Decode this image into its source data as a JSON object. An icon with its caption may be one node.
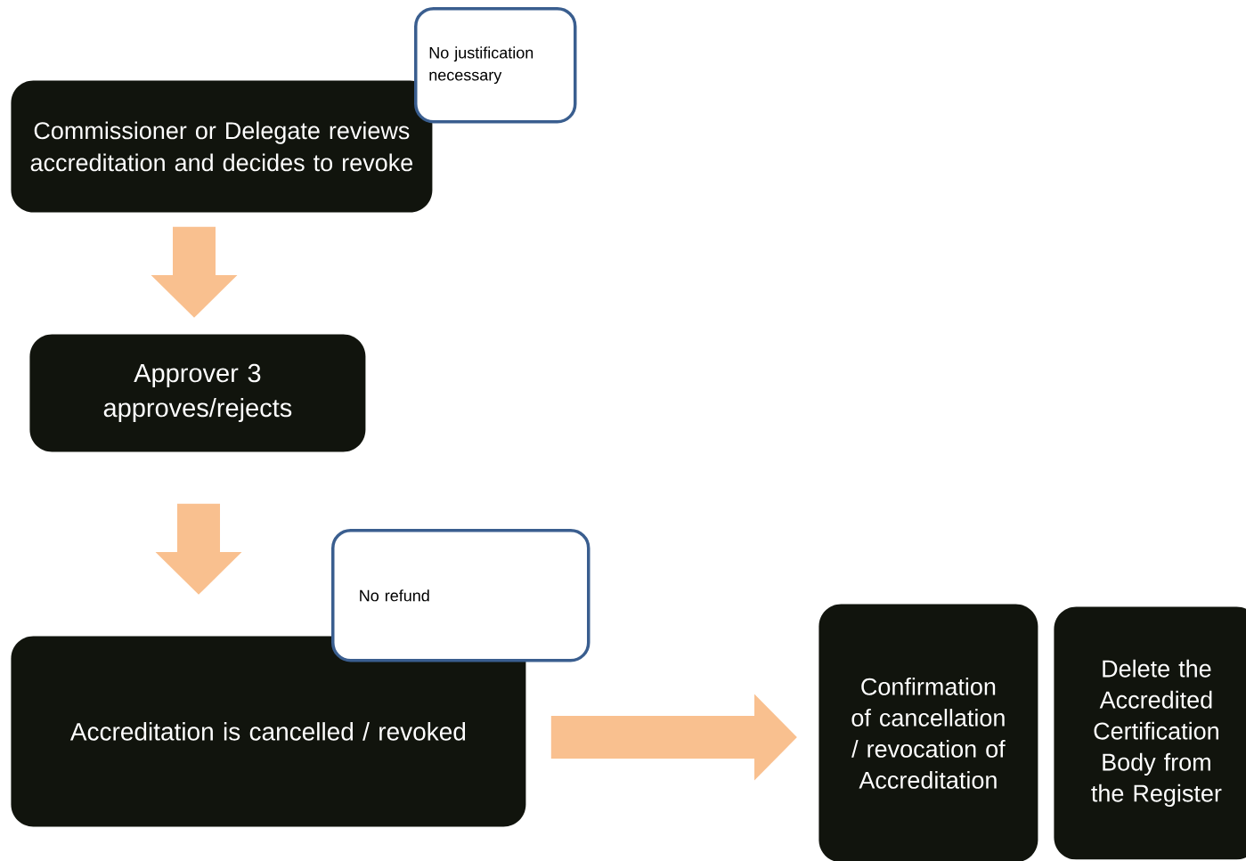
{
  "diagram": {
    "nodes": [
      {
        "text": [
          "Commissioner or Delegate reviews accreditation and decides to revoke"
        ]
      },
      {
        "text": [
          "No justification necessary"
        ]
      },
      {
        "text": [
          "Approver 3 approves/rejects"
        ]
      },
      {
        "text": [
          "Accreditation is cancelled / revoked"
        ]
      },
      {
        "text": [
          "No refund"
        ]
      },
      {
        "text": [
          "Confirmation of cancellation / revocation of Accreditation"
        ]
      },
      {
        "text": [
          "Delete the Accredited Certification Body from the Register"
        ]
      }
    ],
    "edges": [
      {
        "from": 0,
        "to": 2,
        "arrow": "to"
      },
      {
        "from": 2,
        "to": 3,
        "arrow": "to"
      },
      {
        "from": 3,
        "to": 5,
        "arrow": "to"
      }
    ]
  }
}
